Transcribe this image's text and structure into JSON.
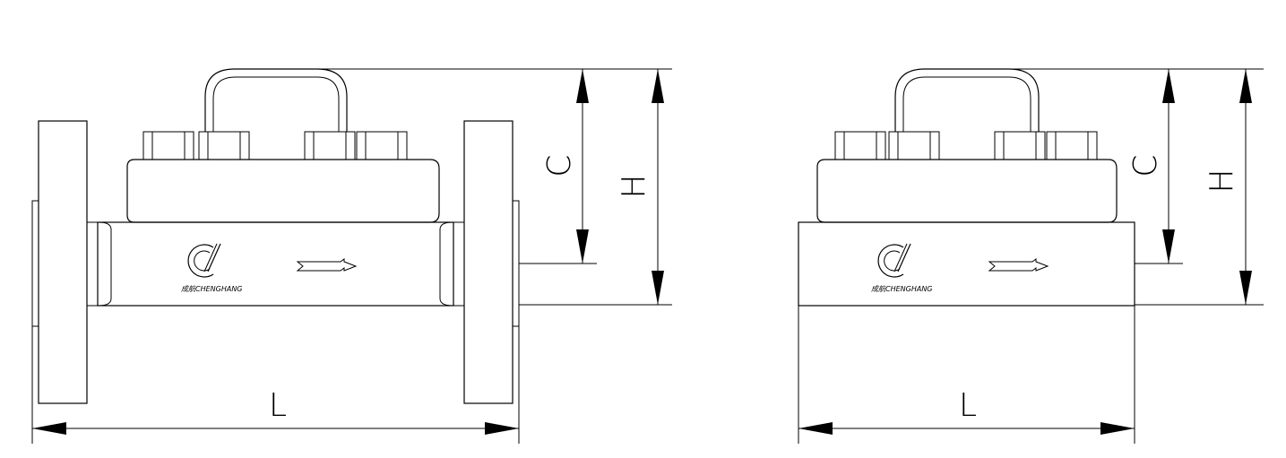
{
  "dimension_labels": {
    "c": "C",
    "h": "H",
    "l": "L"
  },
  "views": [
    {
      "id": "flanged",
      "brand_label": "成航CHENGHANG"
    },
    {
      "id": "wafer",
      "brand_label": "成航CHENGHANG"
    }
  ],
  "colors": {
    "line": "#000000",
    "background": "#ffffff"
  }
}
